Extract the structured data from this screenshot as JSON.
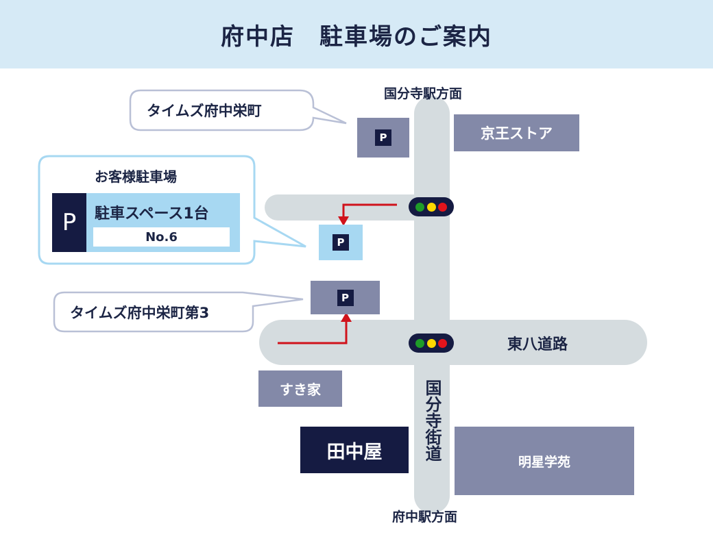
{
  "title": "府中店　駐車場のご案内",
  "roads": {
    "north_direction": "国分寺駅方面",
    "south_direction": "府中駅方面",
    "main_street": "国分寺街道",
    "east_road": "東八道路"
  },
  "landmarks": {
    "keio_store": "京王ストア",
    "sukiya": "すき家",
    "tanakaya": "田中屋",
    "meisei": "明星学苑"
  },
  "parking": {
    "times_sakae": "タイムズ府中栄町",
    "customer_title": "お客様駐車場",
    "customer_spaces": "駐車スペース1台",
    "customer_number": "No.6",
    "times_sakae_3": "タイムズ府中栄町第3",
    "p_symbol": "P"
  },
  "colors": {
    "navy": "#151b42",
    "road": "#d5dcdf",
    "block": "#8389a8",
    "light_blue": "#a7d8f2",
    "header_bg": "#d6eaf6",
    "route_red": "#d0121b",
    "signal_green": "#1e9b28",
    "signal_yellow": "#ffd800",
    "signal_red": "#e3141c"
  }
}
